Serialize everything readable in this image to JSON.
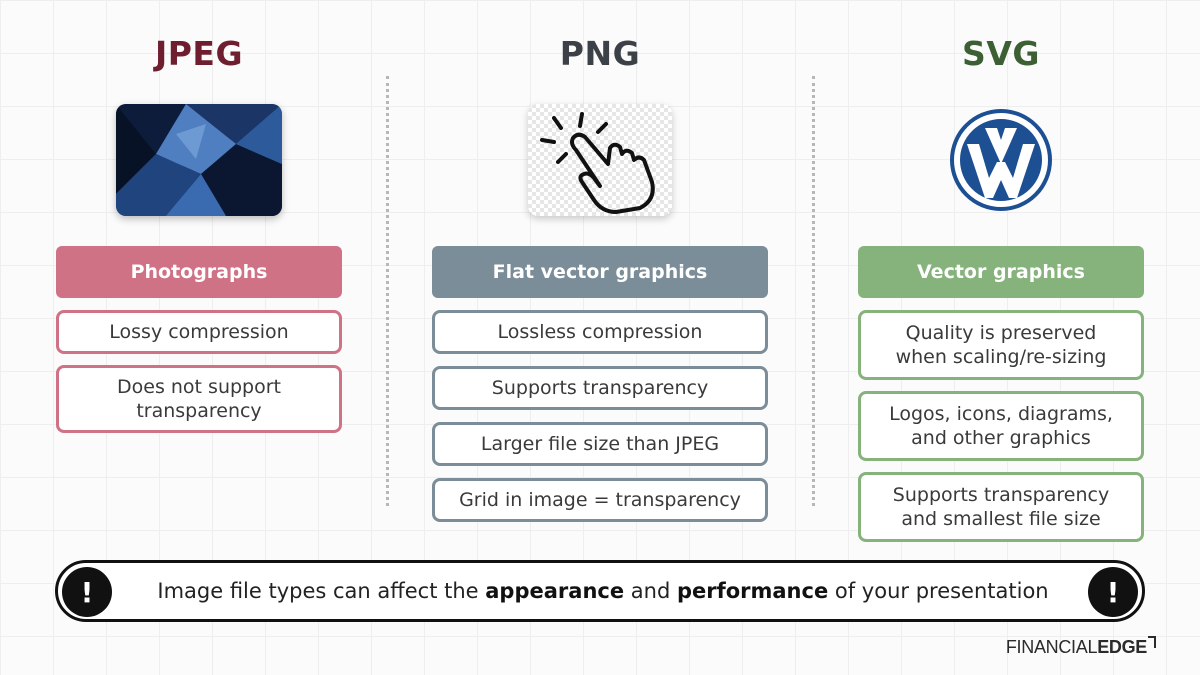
{
  "columns": {
    "jpeg": {
      "title": "JPEG",
      "image_icon": "abstract-photo-icon",
      "category": "Photographs",
      "items": [
        "Lossy compression",
        "Does not support\ntransparency"
      ]
    },
    "png": {
      "title": "PNG",
      "image_icon": "tap-hand-icon",
      "category": "Flat vector graphics",
      "items": [
        "Lossless compression",
        "Supports transparency",
        "Larger file size than JPEG",
        "Grid in image = transparency"
      ]
    },
    "svg": {
      "title": "SVG",
      "image_icon": "vw-logo-icon",
      "category": "Vector graphics",
      "items": [
        "Quality is preserved\nwhen scaling/re-sizing",
        "Logos, icons, diagrams,\nand other graphics",
        "Supports transparency\nand smallest file size"
      ]
    }
  },
  "banner": {
    "icon": "exclamation-icon",
    "exclamation": "!",
    "text_1": "Image file types can affect the ",
    "bold_1": "appearance",
    "text_2": " and ",
    "bold_2": "performance",
    "text_3": " of your presentation"
  },
  "brand": {
    "part1": "FINANCIAL",
    "part2": "EDGE"
  },
  "colors": {
    "jpeg": "#d07286",
    "png": "#7b8d98",
    "svg": "#86b27c"
  }
}
